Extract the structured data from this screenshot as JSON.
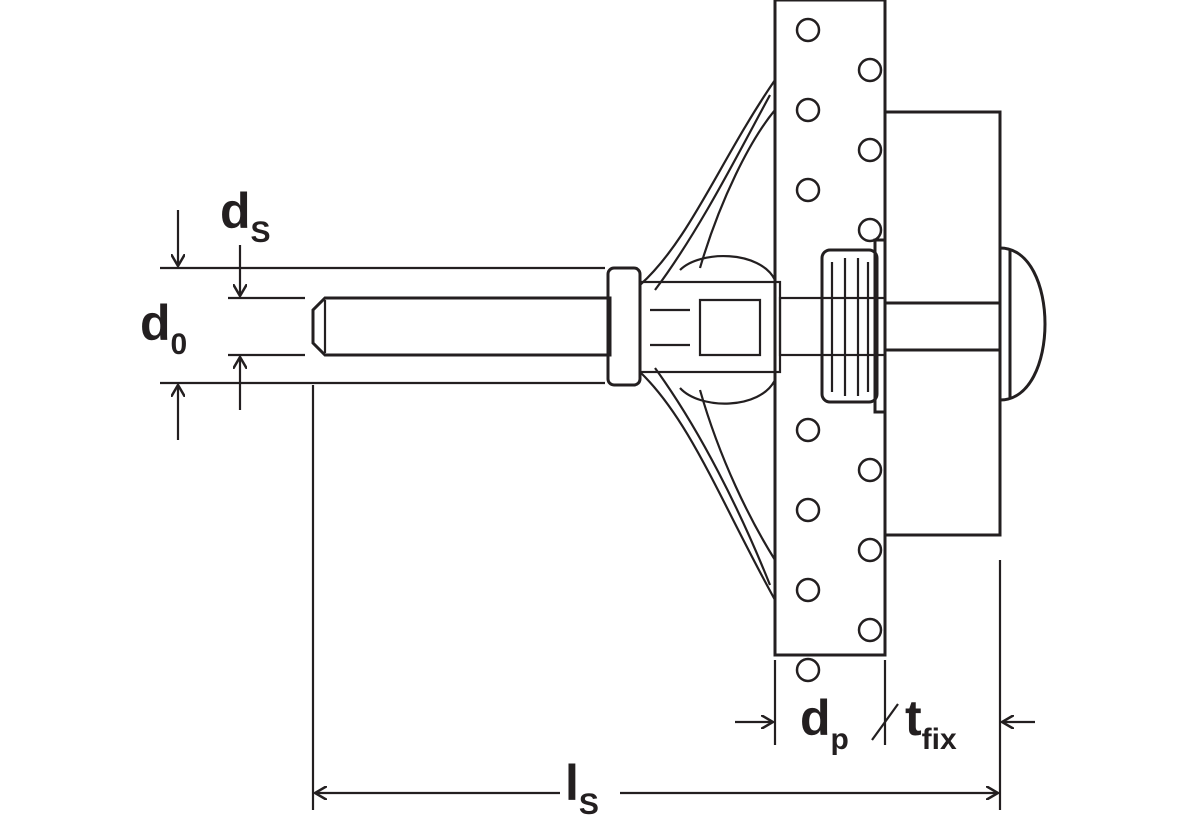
{
  "labels": {
    "ds": {
      "main": "d",
      "sub": "S"
    },
    "d0": {
      "main": "d",
      "sub": "0"
    },
    "dp": {
      "main": "d",
      "sub": "p"
    },
    "tfix": {
      "main": "t",
      "sub": "fix"
    },
    "ls": {
      "main": "l",
      "sub": "S"
    }
  },
  "colors": {
    "ink": "#231f20",
    "background": "#ffffff"
  }
}
